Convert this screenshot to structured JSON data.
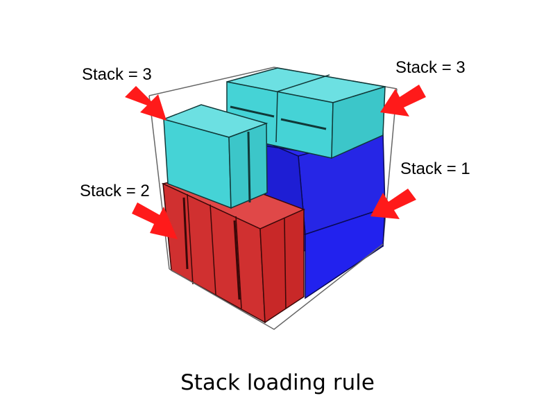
{
  "labels": {
    "top_left": "Stack = 3",
    "top_right": "Stack = 3",
    "right": "Stack = 1",
    "left": "Stack = 2"
  },
  "caption": "Stack loading rule",
  "colors": {
    "cyan_box": "#45d3d6",
    "blue_box": "#2222ee",
    "red_box": "#d03030",
    "arrow": "#ff1a1a",
    "container_edge": "#555555"
  }
}
